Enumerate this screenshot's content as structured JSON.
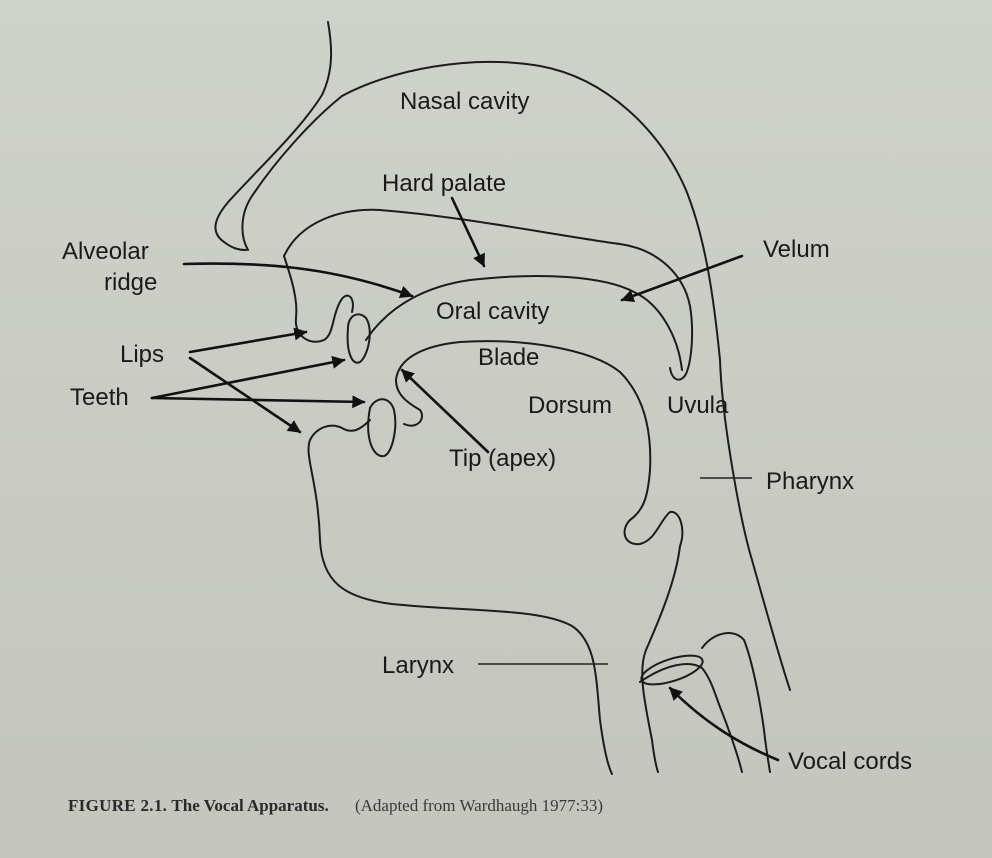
{
  "figure": {
    "labels": {
      "nasal_cavity": "Nasal cavity",
      "hard_palate": "Hard palate",
      "alveolar_ridge_line1": "Alveolar",
      "alveolar_ridge_line2": "ridge",
      "velum": "Velum",
      "oral_cavity": "Oral cavity",
      "lips": "Lips",
      "blade": "Blade",
      "teeth": "Teeth",
      "dorsum": "Dorsum",
      "uvula": "Uvula",
      "tip": "Tip (apex)",
      "pharynx": "Pharynx",
      "larynx": "Larynx",
      "vocal_cords": "Vocal cords"
    },
    "caption": {
      "number": "FIGURE 2.1.",
      "title": "The Vocal Apparatus.",
      "source": "(Adapted from Wardhaugh 1977:33)"
    }
  }
}
